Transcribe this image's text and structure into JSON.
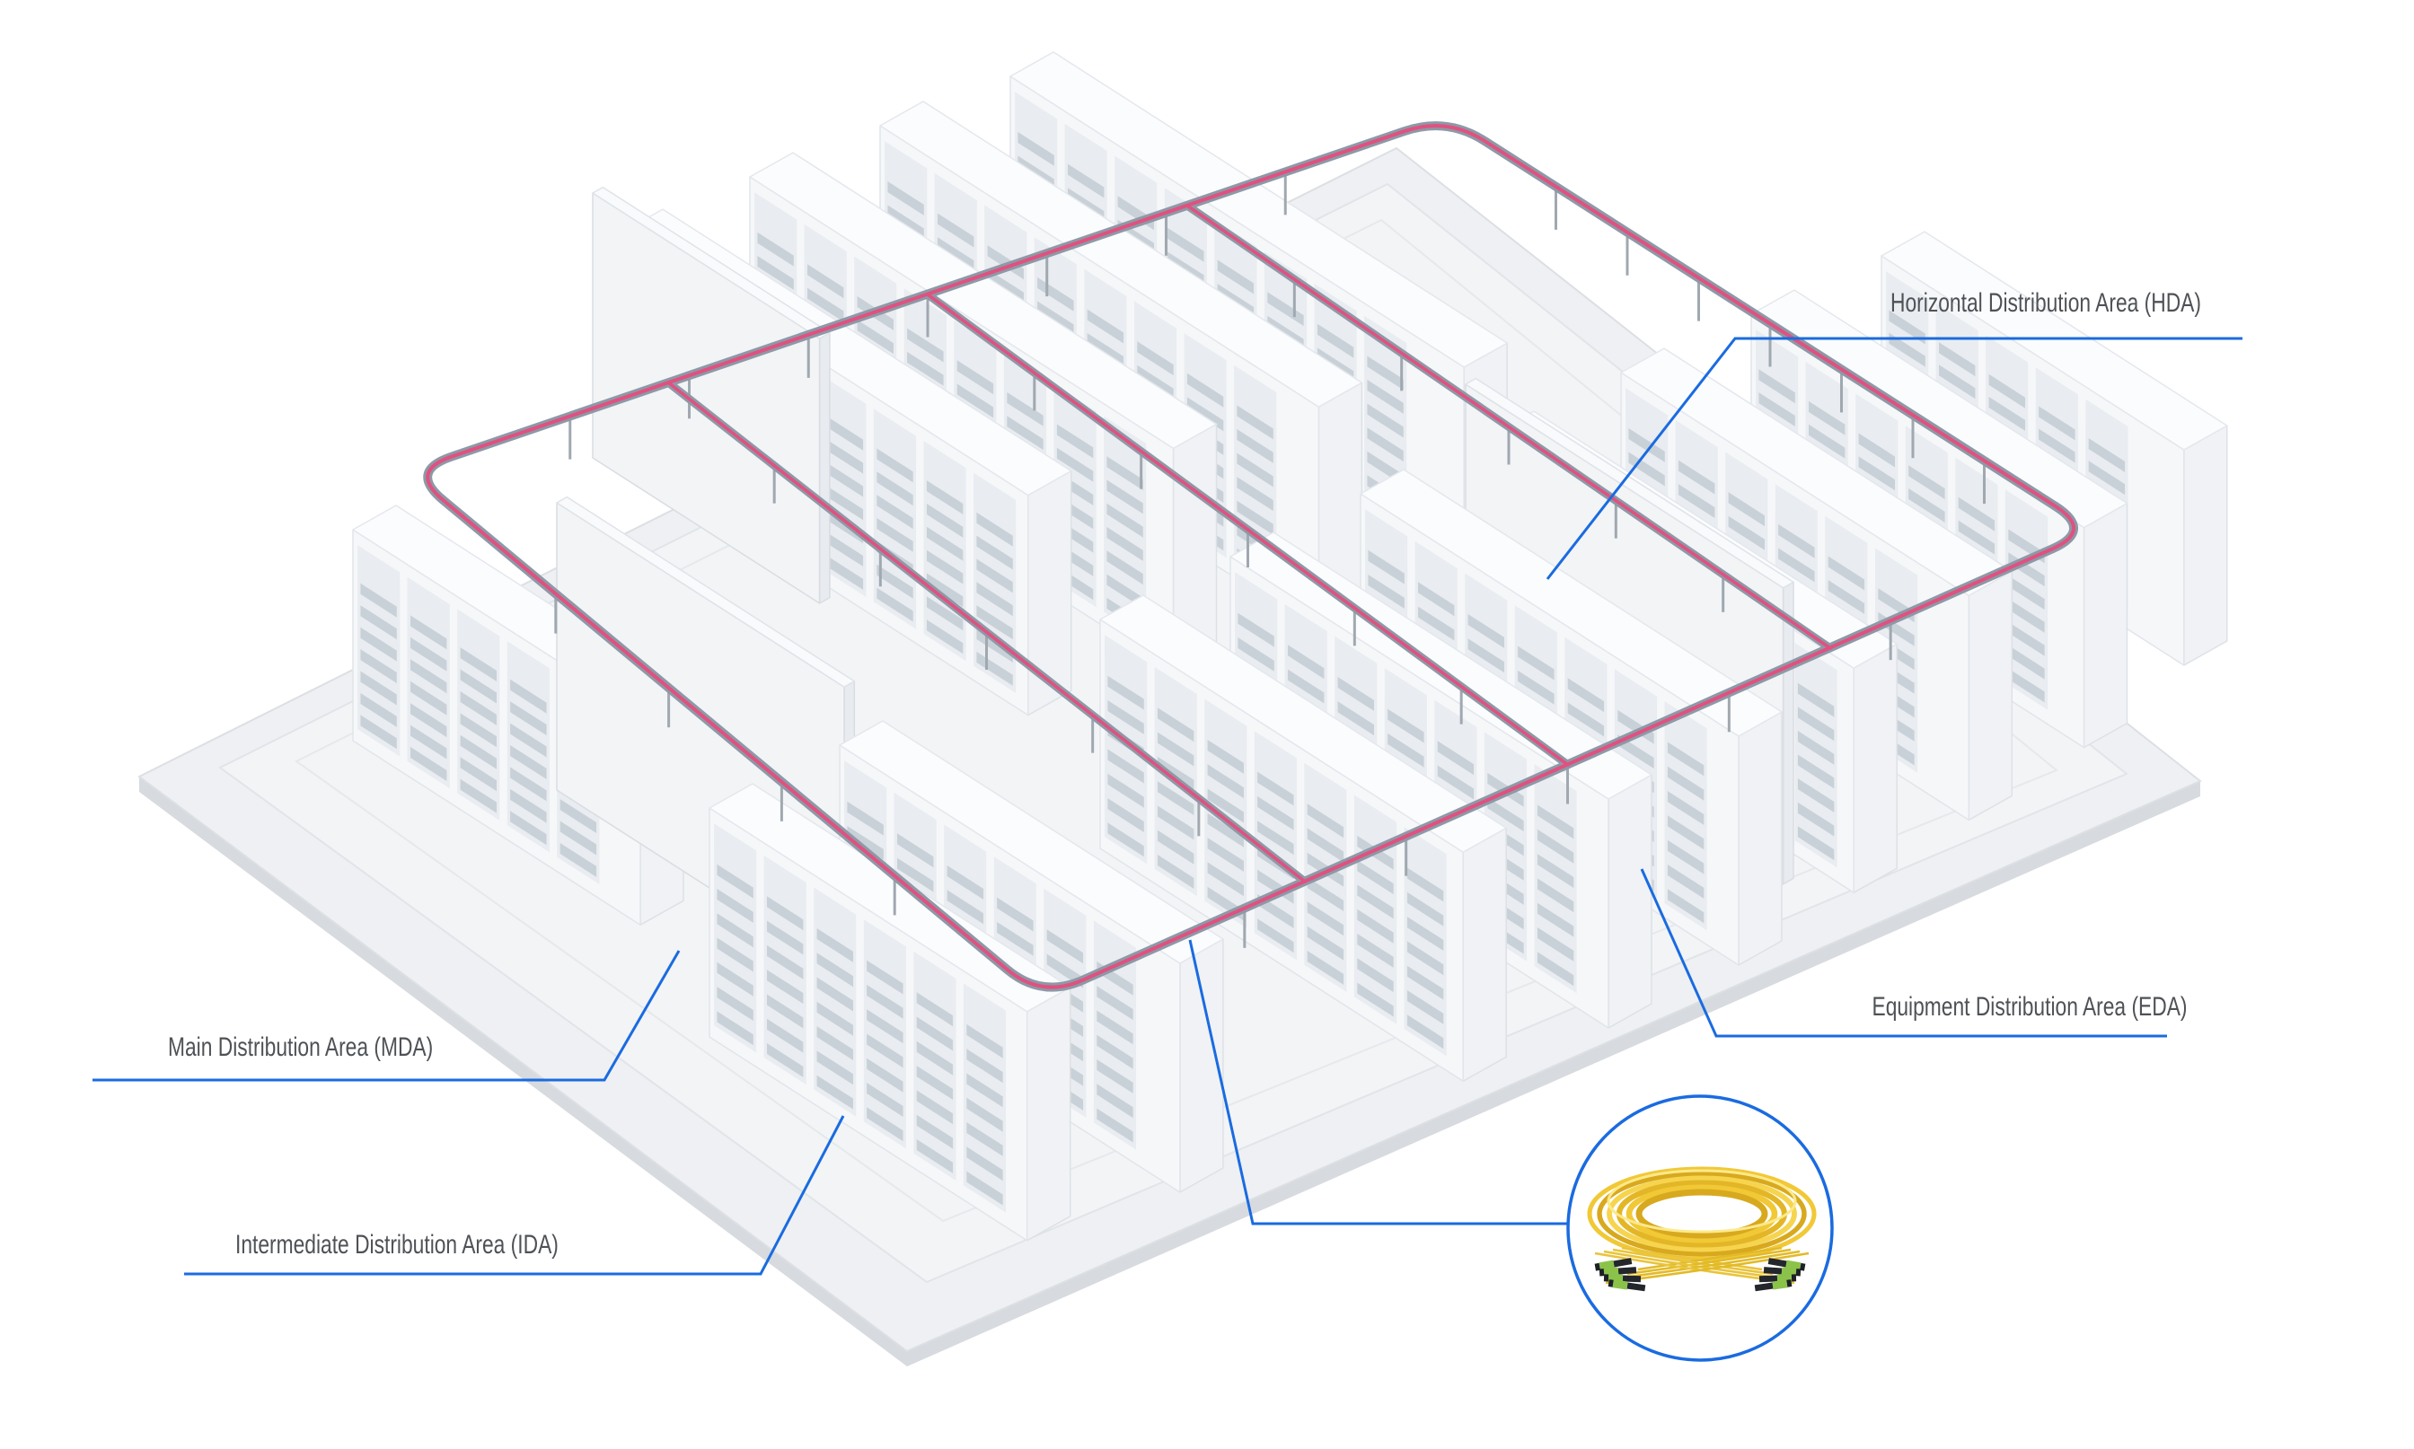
{
  "page": {
    "background": "#ffffff"
  },
  "labels": {
    "hda": "Horizontal Distribution Area (HDA)",
    "mda": "Main Distribution Area (MDA)",
    "ida": "Intermediate Distribution Area (IDA)",
    "eda": "Equipment Distribution Area (EDA)"
  },
  "colors": {
    "leader_blue": "#1a6be0",
    "label_text": "#4e5256",
    "tray_pink": "#e0517f",
    "tray_gray": "#8d99a7",
    "drop_wire_gray": "#a0a8b0",
    "floor_top": "#eef0f3",
    "floor_side": "#d7dade",
    "rack_face": "#f6f7f9",
    "rack_panel": "#e9ecf0",
    "rack_slat": "#c9d1d8",
    "cable_yellow": "#f1c836",
    "cable_yellow_dark": "#d8a91e",
    "connector_green": "#8bc34a",
    "connector_black": "#23262b"
  },
  "inset": {
    "icon": "mpo-fiber-trunk-cable-icon"
  }
}
